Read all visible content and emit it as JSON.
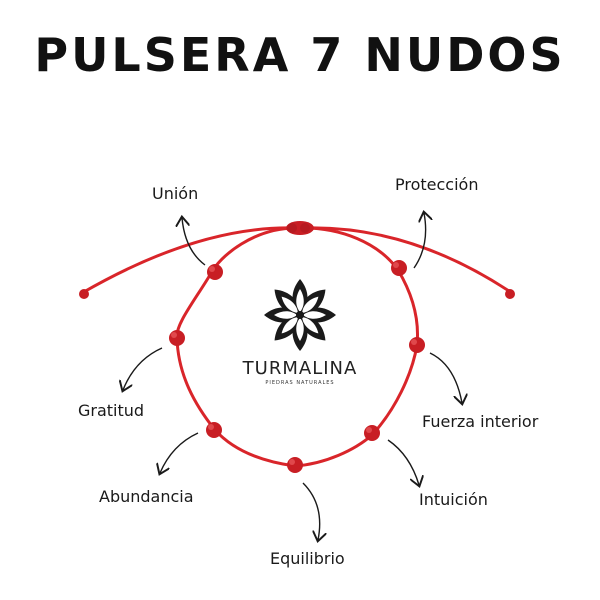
{
  "title": "PULSERA 7 NUDOS",
  "brand": {
    "name": "TURMALINA",
    "tagline": "PIEDRAS NATURALES"
  },
  "knots": {
    "union": "Unión",
    "proteccion": "Protección",
    "gratitud": "Gratitud",
    "fuerza_interior": "Fuerza interior",
    "abundancia": "Abundancia",
    "intuicion": "Intuición",
    "equilibrio": "Equilibrio"
  },
  "colors": {
    "cord": "#d9252a",
    "knot": "#c81e24",
    "text": "#1a1a1a",
    "logo": "#1a1a1a"
  }
}
